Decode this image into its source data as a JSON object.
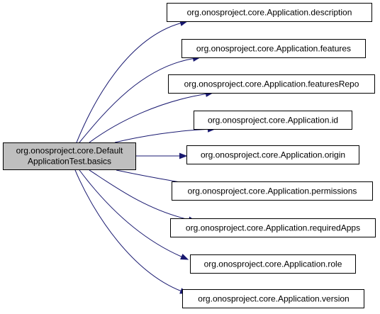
{
  "source_node": {
    "line1": "org.onosproject.core.Default",
    "line2": "ApplicationTest.basics"
  },
  "target_nodes": [
    {
      "key": "description",
      "label": "org.onosproject.core.Application.description"
    },
    {
      "key": "features",
      "label": "org.onosproject.core.Application.features"
    },
    {
      "key": "featuresRepo",
      "label": "org.onosproject.core.Application.featuresRepo"
    },
    {
      "key": "id",
      "label": "org.onosproject.core.Application.id"
    },
    {
      "key": "origin",
      "label": "org.onosproject.core.Application.origin"
    },
    {
      "key": "permissions",
      "label": "org.onosproject.core.Application.permissions"
    },
    {
      "key": "requiredApps",
      "label": "org.onosproject.core.Application.requiredApps"
    },
    {
      "key": "role",
      "label": "org.onosproject.core.Application.role"
    },
    {
      "key": "version",
      "label": "org.onosproject.core.Application.version"
    }
  ],
  "colors": {
    "edge": "#191970",
    "source_fill": "#bfbfbf",
    "target_fill": "#ffffff",
    "border": "#000000"
  }
}
